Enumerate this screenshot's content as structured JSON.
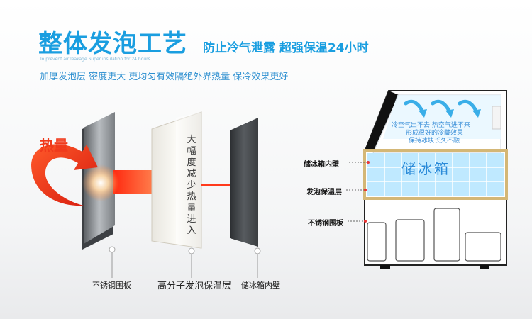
{
  "header": {
    "title": "整体发泡工艺",
    "subtitle": "防止冷气泄露 超强保温24小时",
    "tiny_english": "To prevent air leakage Super insulation for 24 hours",
    "description": "加厚发泡层  密度更大  更均匀有效隔绝外界热量  保冷效果更好"
  },
  "diagram": {
    "heat_label": "热量",
    "middle_vertical_chars": [
      "大",
      "幅",
      "度",
      "减",
      "少",
      "热",
      "量",
      "进",
      "入"
    ],
    "bottom_labels": {
      "left": "不锈钢围板",
      "middle": "高分子发泡保温层",
      "right": "储冰箱内壁"
    }
  },
  "cabinet": {
    "text_line1": "冷空气出不去  热空气进不来",
    "text_line2": "形成很好的冷藏效果",
    "text_line3": "保持冰块长久不融",
    "big_label": "储冰箱",
    "side_labels": {
      "inner_wall": "储冰箱内壁",
      "foam": "发泡保温层",
      "steel": "不锈钢围板"
    }
  },
  "colors": {
    "accent_blue": "#1a9ee0",
    "heat_red": "#f03a1c",
    "foam_gold": "#d4b776",
    "ice_blue": "#bfe9ff"
  }
}
